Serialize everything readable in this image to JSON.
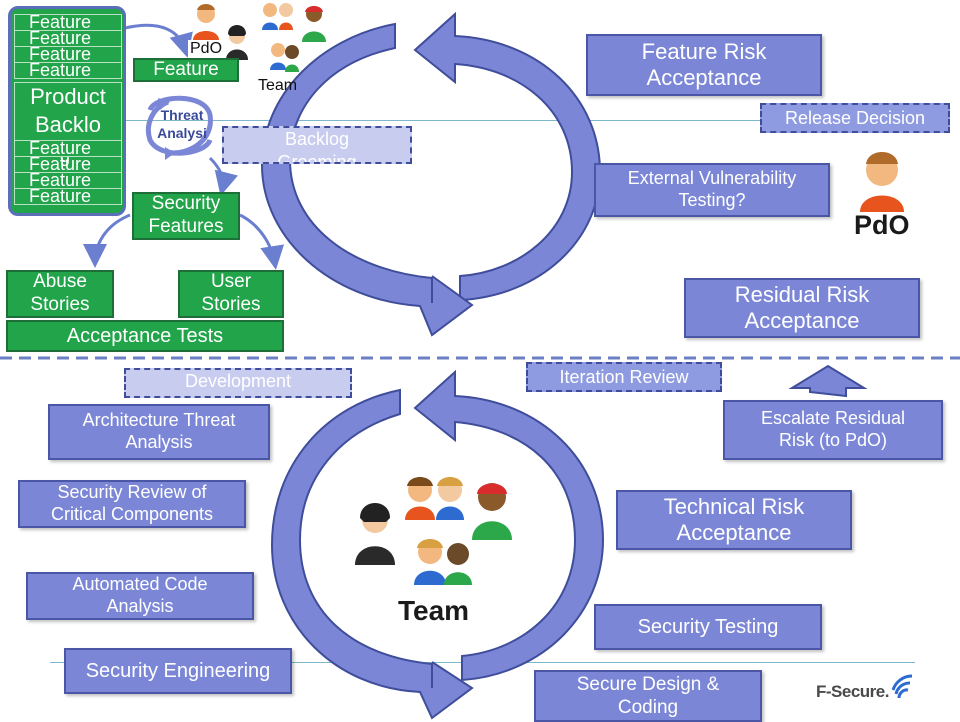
{
  "backlog": {
    "items_top": [
      "Feature",
      "Feature",
      "Feature",
      "Feature"
    ],
    "title": "Product Backlo",
    "title_cut": "g",
    "items_bottom": [
      "Feature",
      "Feature",
      "Feature",
      "Feature"
    ]
  },
  "pdo_label_small": "PdO",
  "team_label_small": "Team",
  "feature_box": "Feature",
  "threat_analysis": "Threat Analysi",
  "backlog_grooming": "Backlog Grooming",
  "security_features": "Security Features",
  "abuse_stories": "Abuse Stories",
  "user_stories": "User Stories",
  "acceptance_tests": "Acceptance Tests",
  "feature_risk_acceptance": "Feature Risk Acceptance",
  "release_decision": "Release Decision",
  "external_vuln_testing": "External Vulnerability Testing?",
  "pdo_label_large": "PdO",
  "residual_risk_acceptance": "Residual Risk Acceptance",
  "development_iteration": "Development Iteration",
  "iteration_review": "Iteration Review",
  "escalate_residual_risk": "Escalate Residual Risk (to PdO)",
  "architecture_threat_analysis": "Architecture Threat Analysis",
  "security_review": "Security Review of Critical Components",
  "technical_risk_acceptance": "Technical Risk Acceptance",
  "automated_code_analysis": "Automated Code Analysis",
  "team_label_large": "Team",
  "security_testing": "Security Testing",
  "security_engineering": "Security Engineering",
  "secure_design_coding": "Secure Design & Coding",
  "fsecure_logo": "F-Secure.",
  "colors": {
    "box_fill": "#7b87d6",
    "box_border": "#4b57a6",
    "green": "#22a44a",
    "arrow_fill": "#7b87d6",
    "dashed_fill": "#c8cdef"
  }
}
